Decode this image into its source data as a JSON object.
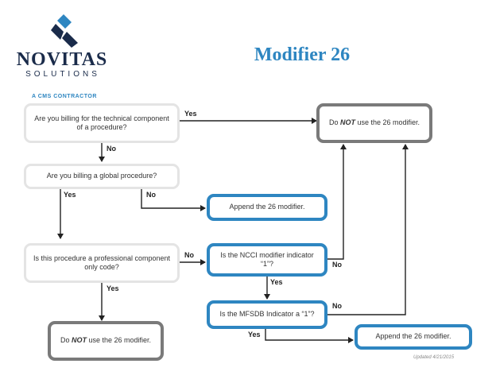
{
  "header": {
    "logo_name": "NOVITAS",
    "logo_sub": "SOLUTIONS",
    "contractor": "A CMS CONTRACTOR",
    "title": "Modifier 26"
  },
  "questions": {
    "q1": "Are you billing for the technical component of a procedure?",
    "q2": "Are you billing a global procedure?",
    "q3": "Is this procedure a professional component only code?",
    "q4": "Is the NCCI modifier indicator “1”?",
    "q5": "Is the MFSDB Indicator a “1”?"
  },
  "results": {
    "do_not_pre": "Do ",
    "do_not_em": "NOT",
    "do_not_post": " use the 26 modifier.",
    "append": "Append the 26 modifier."
  },
  "labels": {
    "yes": "Yes",
    "no": "No"
  },
  "footer": {
    "updated": "Updated 4/21/2015"
  },
  "colors": {
    "accent_blue": "#2e86c1",
    "result_gray": "#7a7a7a",
    "question_border": "#e4e4e4"
  }
}
